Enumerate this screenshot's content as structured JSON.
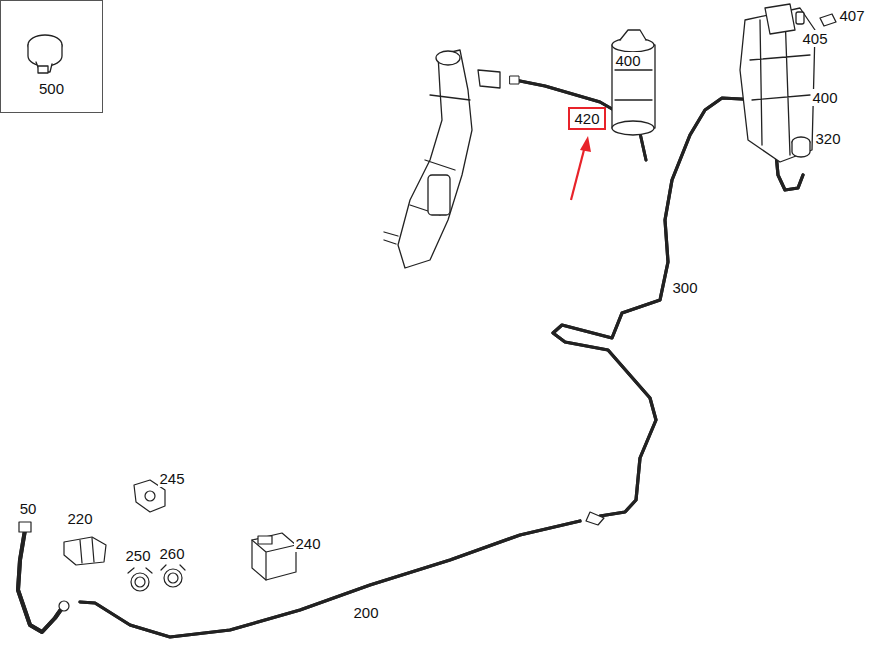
{
  "diagram": {
    "nodes": [
      {
        "text": [
          "500"
        ]
      },
      {
        "text": [
          "420"
        ]
      }
    ],
    "labels": [
      "400",
      "407",
      "405",
      "400",
      "320",
      "300",
      "50",
      "220",
      "245",
      "250",
      "260",
      "240",
      "200"
    ]
  }
}
